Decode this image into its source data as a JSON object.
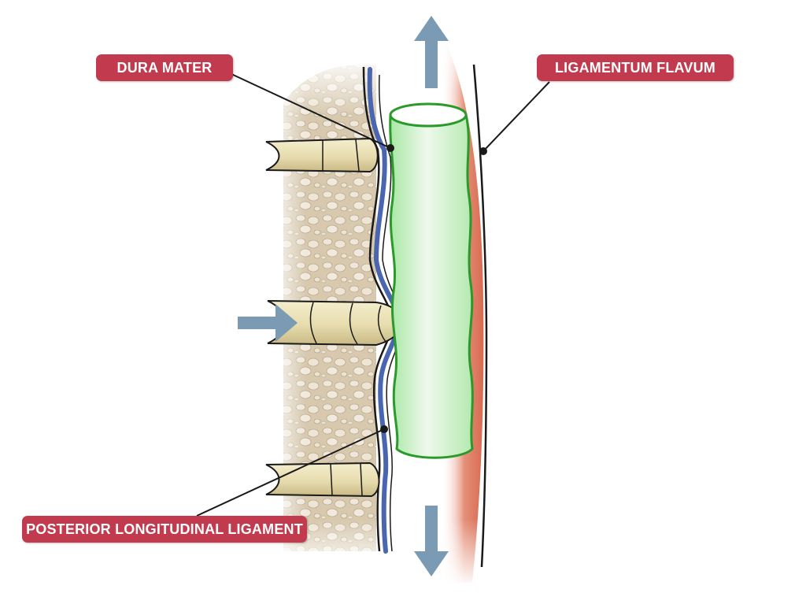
{
  "labels": {
    "dura_mater": "DURA MATER",
    "ligamentum_flavum": "LIGAMENTUM FLAVUM",
    "posterior_longitudinal_ligament": "POSTERIOR LONGITUDINAL LIGAMENT"
  },
  "colors": {
    "label_fill": "#c23a4e",
    "label_text": "#ffffff",
    "arrow": "#7b9bb5",
    "dura_outline": "#2a9a2a",
    "dura_fill": "#8fd88f",
    "ligamentum_flavum": "#d76a50",
    "posterior_longitudinal_ligament": "#4a66b0",
    "vertebral_bone": "#d8c9b0",
    "disc": "#e7dfb5"
  },
  "icons": {
    "arrow_up": "arrow-up-icon",
    "arrow_down": "arrow-down-icon",
    "arrow_right": "arrow-right-icon"
  }
}
